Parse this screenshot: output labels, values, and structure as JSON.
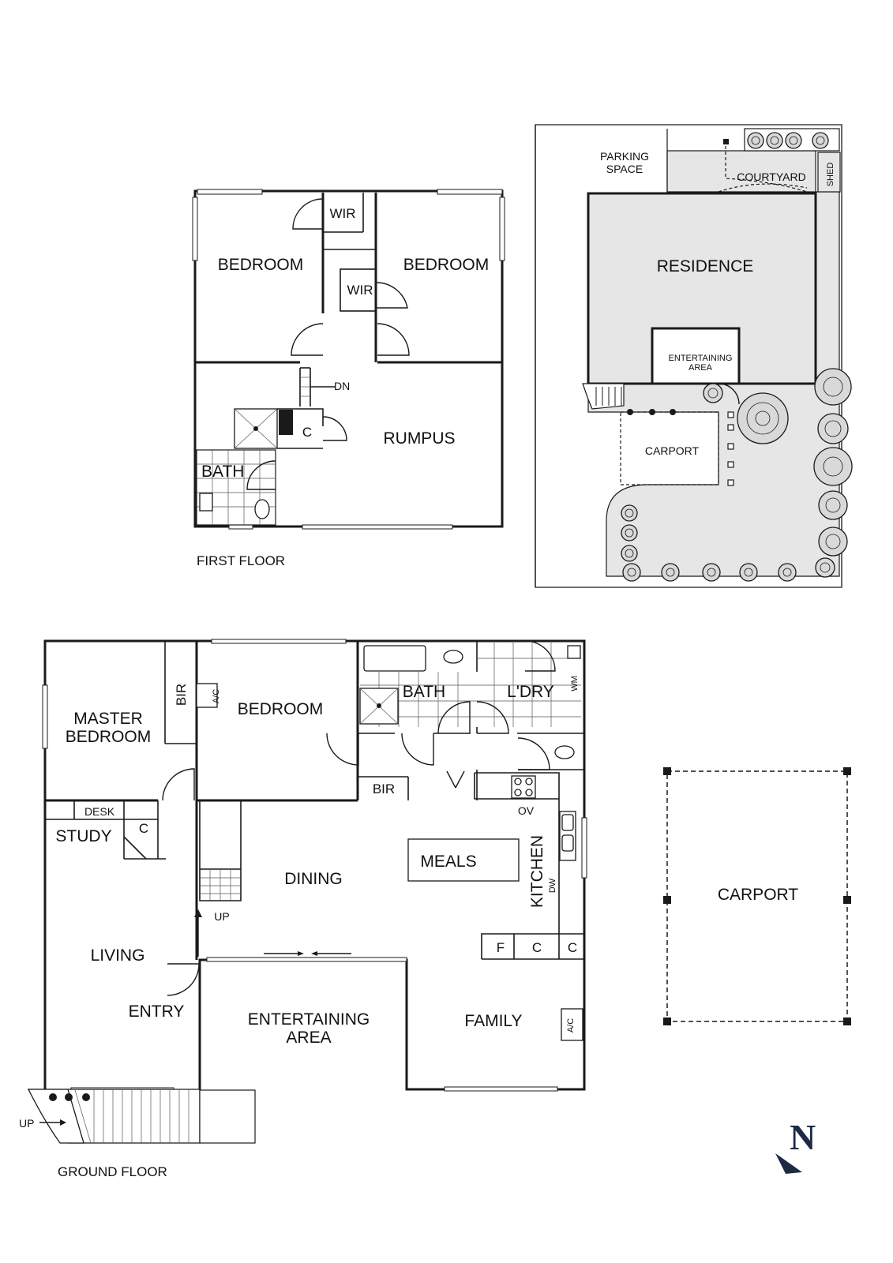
{
  "first_floor": {
    "caption": "FIRST FLOOR",
    "rooms": {
      "bedroom_left": "BEDROOM",
      "bedroom_right": "BEDROOM",
      "wir_top": "WIR",
      "wir_mid": "WIR",
      "rumpus": "RUMPUS",
      "bath": "BATH",
      "cupboard": "C",
      "stair_dn": "DN"
    }
  },
  "site_plan": {
    "parking_line1": "PARKING",
    "parking_line2": "SPACE",
    "courtyard": "COURTYARD",
    "shed": "SHED",
    "residence": "RESIDENCE",
    "entertaining_line1": "ENTERTAINING",
    "entertaining_line2": "AREA",
    "carport": "CARPORT"
  },
  "ground_floor": {
    "caption": "GROUND FLOOR",
    "rooms": {
      "master_line1": "MASTER",
      "master_line2": "BEDROOM",
      "bir_master": "BIR",
      "ac_top": "A/C",
      "bedroom": "BEDROOM",
      "bath": "BATH",
      "laundry": "L'DRY",
      "wm": "WM",
      "bir_bed": "BIR",
      "ov": "OV",
      "desk": "DESK",
      "study": "STUDY",
      "cupboard_study": "C",
      "meals": "MEALS",
      "dining": "DINING",
      "kitchen": "KITCHEN",
      "dw": "DW",
      "up_stair": "UP",
      "living": "LIVING",
      "fridge": "F",
      "cupboard_1": "C",
      "cupboard_2": "C",
      "entry": "ENTRY",
      "ent_line1": "ENTERTAINING",
      "ent_line2": "AREA",
      "family": "FAMILY",
      "ac_family": "A/C",
      "up_front": "UP"
    }
  },
  "carport_detached": {
    "label": "CARPORT"
  },
  "north_arrow": {
    "letter": "N"
  }
}
